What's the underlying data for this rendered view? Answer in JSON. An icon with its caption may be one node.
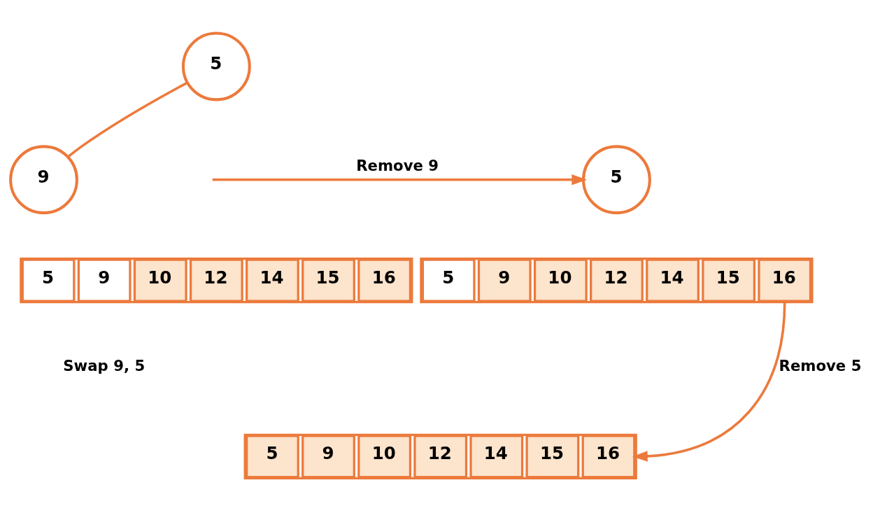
{
  "diagram": {
    "nodes": [
      {
        "text": [
          "5"
        ]
      },
      {
        "text": [
          "9"
        ]
      },
      {
        "text": [],
        "shape": "box"
      },
      {
        "text": [
          "5"
        ],
        "in": 2
      },
      {
        "text": [
          "9"
        ],
        "in": 2
      },
      {
        "text": [
          "10"
        ],
        "in": 2
      },
      {
        "text": [
          "12"
        ],
        "in": 2
      },
      {
        "text": [
          "14"
        ],
        "in": 2
      },
      {
        "text": [
          "15"
        ],
        "in": 2
      },
      {
        "text": [
          "16"
        ],
        "in": 2
      },
      {
        "text": [
          "5"
        ]
      },
      {
        "text": [],
        "shape": "box"
      },
      {
        "text": [
          "5"
        ],
        "in": 11
      },
      {
        "text": [
          "9"
        ],
        "in": 11
      },
      {
        "text": [
          "10"
        ],
        "in": 11
      },
      {
        "text": [
          "12"
        ],
        "in": 11
      },
      {
        "text": [
          "14"
        ],
        "in": 11
      },
      {
        "text": [
          "15"
        ],
        "in": 11
      },
      {
        "text": [
          "16"
        ],
        "in": 11
      },
      {
        "text": [],
        "shape": "box"
      },
      {
        "text": [
          "5"
        ],
        "in": 19
      },
      {
        "text": [
          "9"
        ],
        "in": 19
      },
      {
        "text": [
          "10"
        ],
        "in": 19
      },
      {
        "text": [
          "12"
        ],
        "in": 19
      },
      {
        "text": [
          "14"
        ],
        "in": 19
      },
      {
        "text": [
          "15"
        ],
        "in": 19
      },
      {
        "text": [
          "16"
        ],
        "in": 19
      }
    ],
    "edges": [
      {
        "from": 0,
        "to": 1,
        "arrow": "none"
      },
      {
        "from": null,
        "to": 10,
        "arrow": "to",
        "label": "Remove 9"
      },
      {
        "from": 11,
        "to": 19,
        "arrow": "to",
        "label": "Remove 5"
      }
    ],
    "labels": [
      "Swap 9, 5"
    ]
  }
}
